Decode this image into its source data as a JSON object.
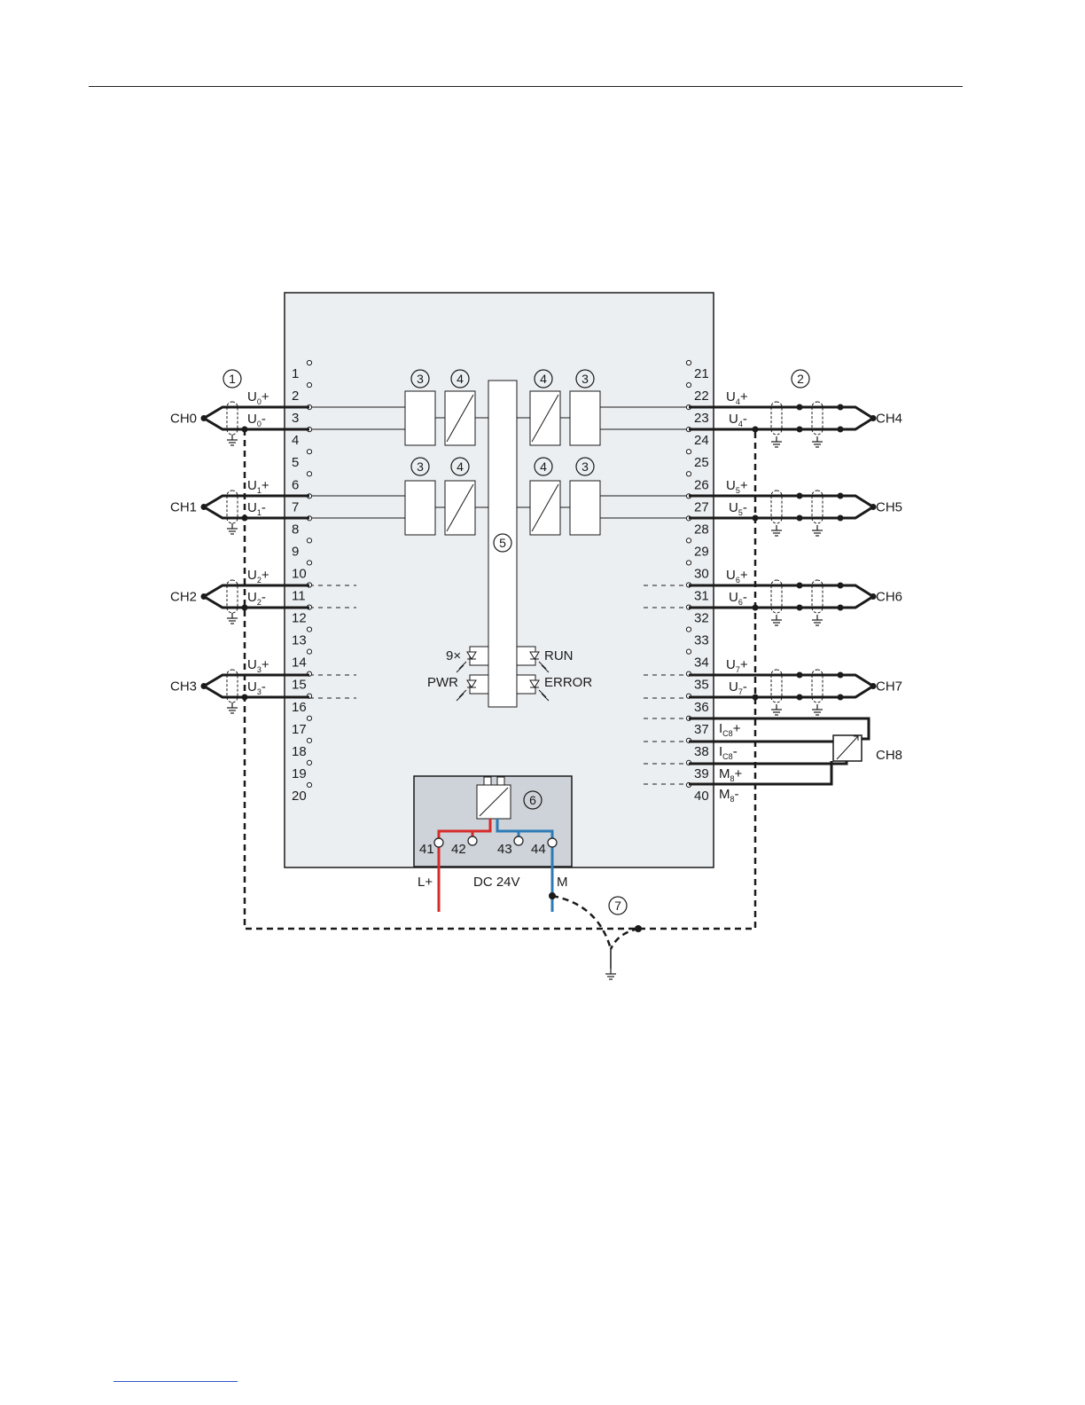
{
  "module": {
    "left_terminals": [
      "1",
      "2",
      "3",
      "4",
      "5",
      "6",
      "7",
      "8",
      "9",
      "10",
      "11",
      "12",
      "13",
      "14",
      "15",
      "16",
      "17",
      "18",
      "19",
      "20"
    ],
    "right_terminals": [
      "21",
      "22",
      "23",
      "24",
      "25",
      "26",
      "27",
      "28",
      "29",
      "30",
      "31",
      "32",
      "33",
      "34",
      "35",
      "36",
      "37",
      "38",
      "39",
      "40"
    ],
    "supply_terminals": [
      "41",
      "42",
      "43",
      "44"
    ]
  },
  "channels_left": [
    {
      "label": "CH0",
      "plus": {
        "base": "U",
        "sub": "0",
        "sign": "+"
      },
      "minus": {
        "base": "U",
        "sub": "0",
        "sign": "-"
      }
    },
    {
      "label": "CH1",
      "plus": {
        "base": "U",
        "sub": "1",
        "sign": "+"
      },
      "minus": {
        "base": "U",
        "sub": "1",
        "sign": "-"
      }
    },
    {
      "label": "CH2",
      "plus": {
        "base": "U",
        "sub": "2",
        "sign": "+"
      },
      "minus": {
        "base": "U",
        "sub": "2",
        "sign": "-"
      }
    },
    {
      "label": "CH3",
      "plus": {
        "base": "U",
        "sub": "3",
        "sign": "+"
      },
      "minus": {
        "base": "U",
        "sub": "3",
        "sign": "-"
      }
    }
  ],
  "channels_right": [
    {
      "label": "CH4",
      "plus": {
        "base": "U",
        "sub": "4",
        "sign": "+"
      },
      "minus": {
        "base": "U",
        "sub": "4",
        "sign": "-"
      }
    },
    {
      "label": "CH5",
      "plus": {
        "base": "U",
        "sub": "5",
        "sign": "+"
      },
      "minus": {
        "base": "U",
        "sub": "5",
        "sign": "-"
      }
    },
    {
      "label": "CH6",
      "plus": {
        "base": "U",
        "sub": "6",
        "sign": "+"
      },
      "minus": {
        "base": "U",
        "sub": "6",
        "sign": "-"
      }
    },
    {
      "label": "CH7",
      "plus": {
        "base": "U",
        "sub": "7",
        "sign": "+"
      },
      "minus": {
        "base": "U",
        "sub": "7",
        "sign": "-"
      }
    }
  ],
  "ch8": {
    "label": "CH8",
    "pins": [
      {
        "base": "I",
        "sub": "C8",
        "sign": "+"
      },
      {
        "base": "I",
        "sub": "C8",
        "sign": "-"
      },
      {
        "base": "M",
        "sub": "8",
        "sign": "+"
      },
      {
        "base": "M",
        "sub": "8",
        "sign": "-"
      }
    ]
  },
  "callouts": [
    "1",
    "2",
    "3",
    "4",
    "5",
    "6",
    "7"
  ],
  "leds": {
    "multi": "9×",
    "run": "RUN",
    "pwr": "PWR",
    "error": "ERROR"
  },
  "supply": {
    "lplus": "L+",
    "voltage": "DC 24V",
    "m": "M"
  },
  "colors": {
    "module_fill": "#eceff2",
    "supply_fill": "#cdd3d9",
    "lplus_wire": "#d62b2b",
    "m_wire": "#2d7bb5",
    "line": "#1a1a1a"
  }
}
